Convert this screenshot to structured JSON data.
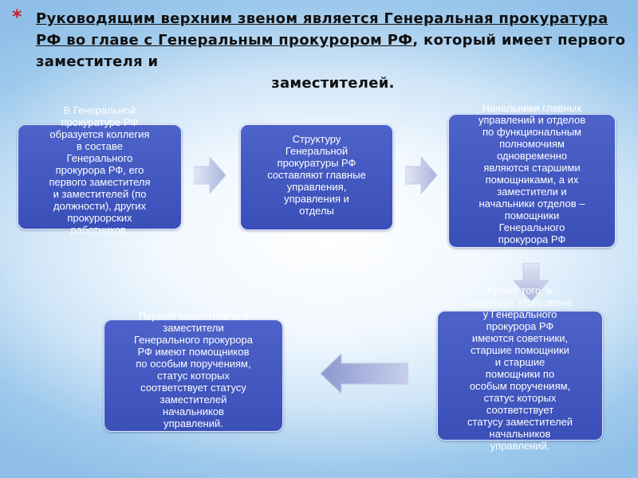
{
  "title": {
    "part1": "Руководящим верхним звеном является Генеральная прокуратура РФ во главе с Генеральным прокурором РФ",
    "part2": ", который имеет первого заместителя и",
    "part3": "заместителей."
  },
  "boxes": {
    "box1": "В Генеральной\nпрокуратуре РФ\nобразуется коллегия\nв составе\nГенерального\nпрокурора РФ, его\nпервого заместителя\nи заместителей (по\nдолжности), других\nпрокурорских\nработников.",
    "box2": "Структуру\nГенеральной\nпрокуратуры РФ\nсоставляют главные\nуправления,\nуправления и\nотделы",
    "box3": "Начальники главных\nуправлений и отделов\nпо функциональным\nполномочиям\nодновременно\nявляются старшими\nпомощниками, а их\nзаместители и\nначальники отделов –\nпомощники\nГенерального\nпрокурора РФ",
    "box4": "Кроме того, в\nструктуре этого звена\nу Генерального\nпрокурора РФ\nимеются советники,\nстаршие помощники\nи старшие\nпомощники по\nособым поручениям,\nстатус которых\nсоответствует\nстатусу заместителей\nначальников\nуправлений.",
    "box5": "Первый заместитель и\nзаместители\nГенерального прокурора\nРФ имеют помощников\nпо особым поручениям,\nстатус которых\nсоответствует статусу\nзаместителей\nначальников\nуправлений."
  }
}
